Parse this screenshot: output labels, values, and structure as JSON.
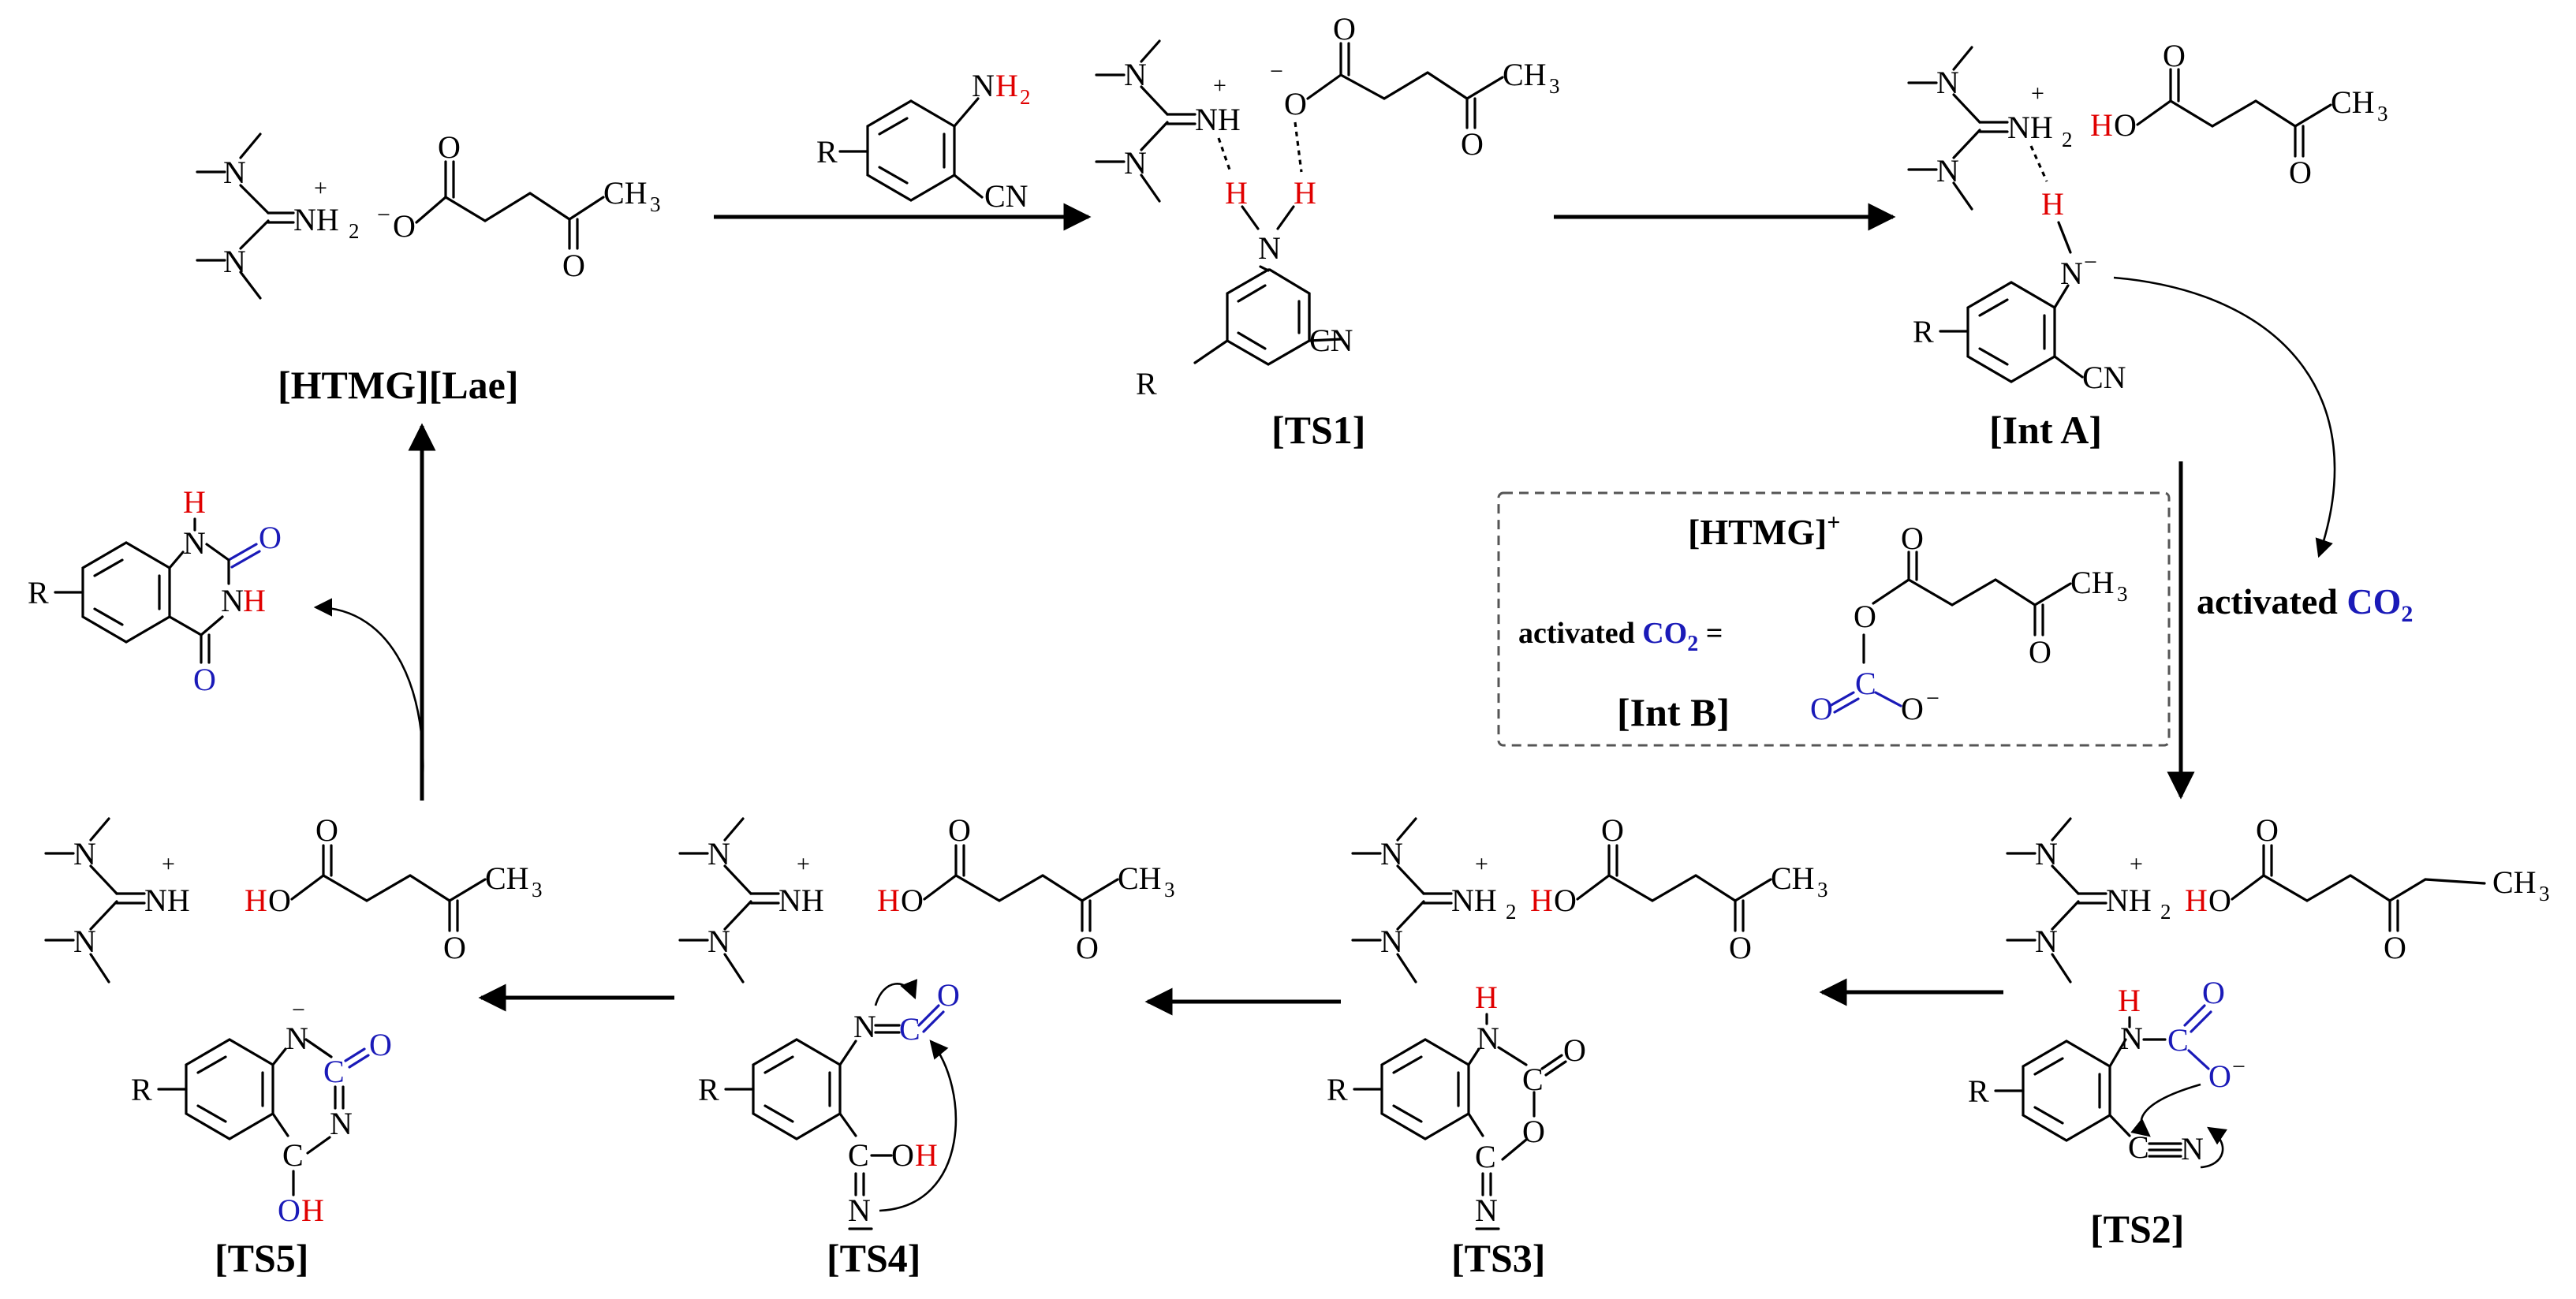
{
  "labels": {
    "catalyst": "[HTMG][Lae]",
    "ts1": "[TS1]",
    "inta": "[Int A]",
    "intb": "[Int B]",
    "ts2": "[TS2]",
    "ts3": "[TS3]",
    "ts4": "[TS4]",
    "ts5": "[TS5]"
  },
  "text": {
    "activated_co2_prefix": "activated ",
    "co2_main": "CO",
    "co2_sub": "2",
    "box_prefix": "activated ",
    "box_equals": " =",
    "box_cation": "[HTMG]",
    "plus": "+",
    "minus": "−"
  },
  "atoms": {
    "N": "N",
    "NH": "NH",
    "NH2": "NH",
    "sub2": "2",
    "H": "H",
    "O": "O",
    "OH": "OH",
    "HO": "HO",
    "C": "C",
    "CN": "CN",
    "CH": "CH",
    "sub3": "3",
    "R": "R",
    "ring_N": "N",
    "nitrile_N": "N"
  },
  "colors": {
    "red": "#e00000",
    "blue": "#1a1ab8",
    "black": "#000000"
  }
}
